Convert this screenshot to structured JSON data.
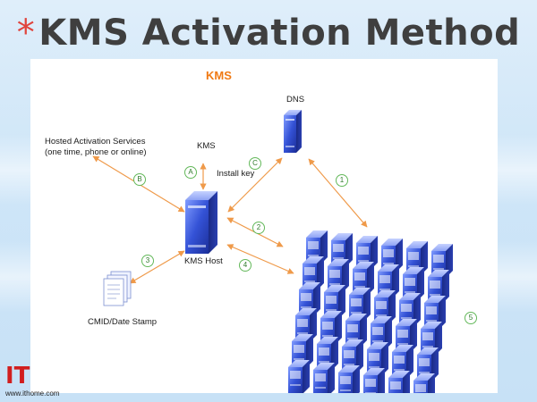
{
  "slide": {
    "title_asterisk": "*",
    "title": "KMS Activation Method"
  },
  "diagram": {
    "title": "KMS",
    "labels": {
      "dns": "DNS",
      "hosted_line1": "Hosted Activation Services",
      "hosted_line2": "(one time, phone or online)",
      "kms": "KMS",
      "install_key": "Install key",
      "kms_host": "KMS Host",
      "cmid": "CMID/Date Stamp"
    },
    "steps": {
      "a": "A",
      "b": "B",
      "c": "C",
      "one": "1",
      "two": "2",
      "three": "3",
      "four": "4",
      "five": "5"
    },
    "icons": {
      "dns_server": "server-icon",
      "kms_host": "server-icon",
      "document": "document-stack-icon",
      "client_grid": "client-computers-icon"
    },
    "colors": {
      "title_accent": "#f07a14",
      "arrow": "#f0a050",
      "server_blue": "#2f49c8",
      "step_circle": "#63b85a",
      "asterisk": "#e0443d"
    }
  },
  "watermark": {
    "brand": "IT",
    "url": "www.ithome.com"
  }
}
